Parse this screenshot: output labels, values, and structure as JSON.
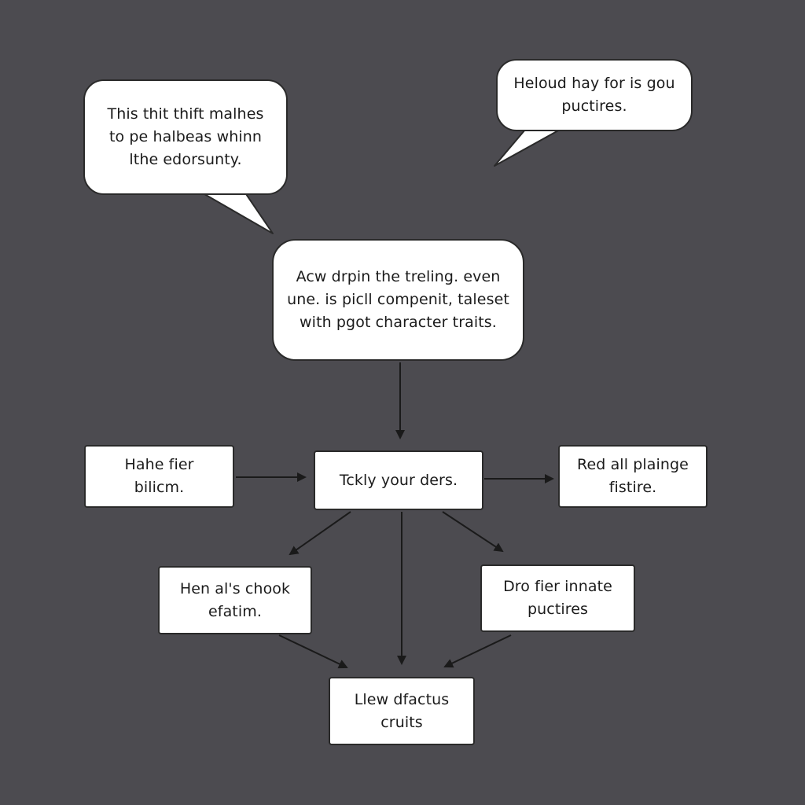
{
  "colors": {
    "background": "#4c4b50",
    "box_fill": "#ffffff",
    "stroke": "#1a1a1a"
  },
  "bubbles": {
    "left": {
      "text": "This thit thift malhes\nto pe halbeas whinn\nlthe edorsunty."
    },
    "right": {
      "text": "Heloud hay for is gou\npuctires."
    },
    "center": {
      "text": "Acw drpin the treling. even\nune. is picll compenit, taleset\nwith pgot character traits."
    }
  },
  "nodes": {
    "left": {
      "text": "Hahe fier\nbilicm."
    },
    "center": {
      "text": "Tckly your ders."
    },
    "right": {
      "text": "Red all plainge\nfistire."
    },
    "lower_left": {
      "text": "Hen al's chook\nefatim."
    },
    "lower_right": {
      "text": "Dro fier innate\npuctires"
    },
    "bottom": {
      "text": "Llew dfactus\ncruits"
    }
  }
}
